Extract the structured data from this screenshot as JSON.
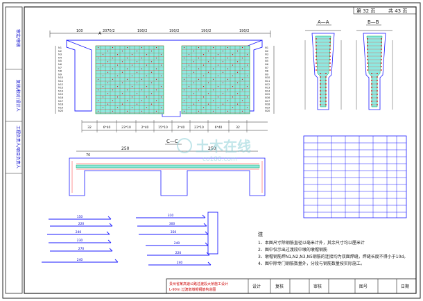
{
  "page": {
    "sheet_label_current": "第 32 页",
    "sheet_label_total": "共 43 页"
  },
  "side_labels": {
    "top": "审定/审核",
    "middle": "复核/校对/设计人",
    "bottom": "工程负责人/项目负责人"
  },
  "sections": {
    "aa": "A—A",
    "bb": "B—B",
    "cc": "C—C",
    "a_mark": "A",
    "b_mark": "B"
  },
  "elevation_dims": {
    "d1": "100",
    "d2": "2070/2",
    "d3": "190/2",
    "d4": "190/2",
    "d5": "190/2",
    "d6": "190/2"
  },
  "rebar_labels": [
    "N1",
    "N2",
    "N3",
    "N4",
    "N5",
    "N6",
    "N7",
    "N8",
    "N9",
    "N10",
    "N11",
    "N12",
    "N13",
    "N14",
    "N15",
    "N16",
    "N17",
    "N18",
    "N19",
    "N20"
  ],
  "bottom_dims": [
    "32",
    "6*40",
    "23*10",
    "2*40",
    "15*10",
    "2*40",
    "23*10",
    "6*40",
    "32"
  ],
  "cc_dims": {
    "left": "70",
    "mid": "250",
    "right": "250"
  },
  "rebar_detail_labels": [
    "150",
    "220",
    "240",
    "230",
    "270",
    "240",
    "310",
    "300",
    "350",
    "240",
    "220",
    "240"
  ],
  "notes": {
    "heading": "注",
    "n1": "1、本图尺寸除钢筋直径以毫米计外，其余尺寸均以厘米计",
    "n2": "2、图中仅示出过渡段中墩的墩帽钢筋",
    "n3": "3、墩帽钢筋焊N1,N2,N3,N5钢筋的连接均为双面焊缝，焊缝长度不得小于10d。",
    "n4": "4、图中除专门钢筋数量外，分段与钢筋数量按实际施工。"
  },
  "title_block": {
    "project": "贵州省某高速公路过渡段大桥施工设计",
    "drawing": "L-90m 过渡墩墩帽钢筋构造图",
    "design": "设计",
    "check": "复核",
    "review": "审核",
    "drawing_no": "图号",
    "date": "日期"
  },
  "watermark": {
    "cn": "土木在线",
    "en": "co188.com"
  },
  "colors": {
    "frame": "#222222",
    "pier": "#1a1aff",
    "rebar_fill": "#8fe8e0",
    "grid_lines": "#ff2a2a",
    "section_fill": "#8fe8e0",
    "watermark": "#8fd0d8"
  }
}
